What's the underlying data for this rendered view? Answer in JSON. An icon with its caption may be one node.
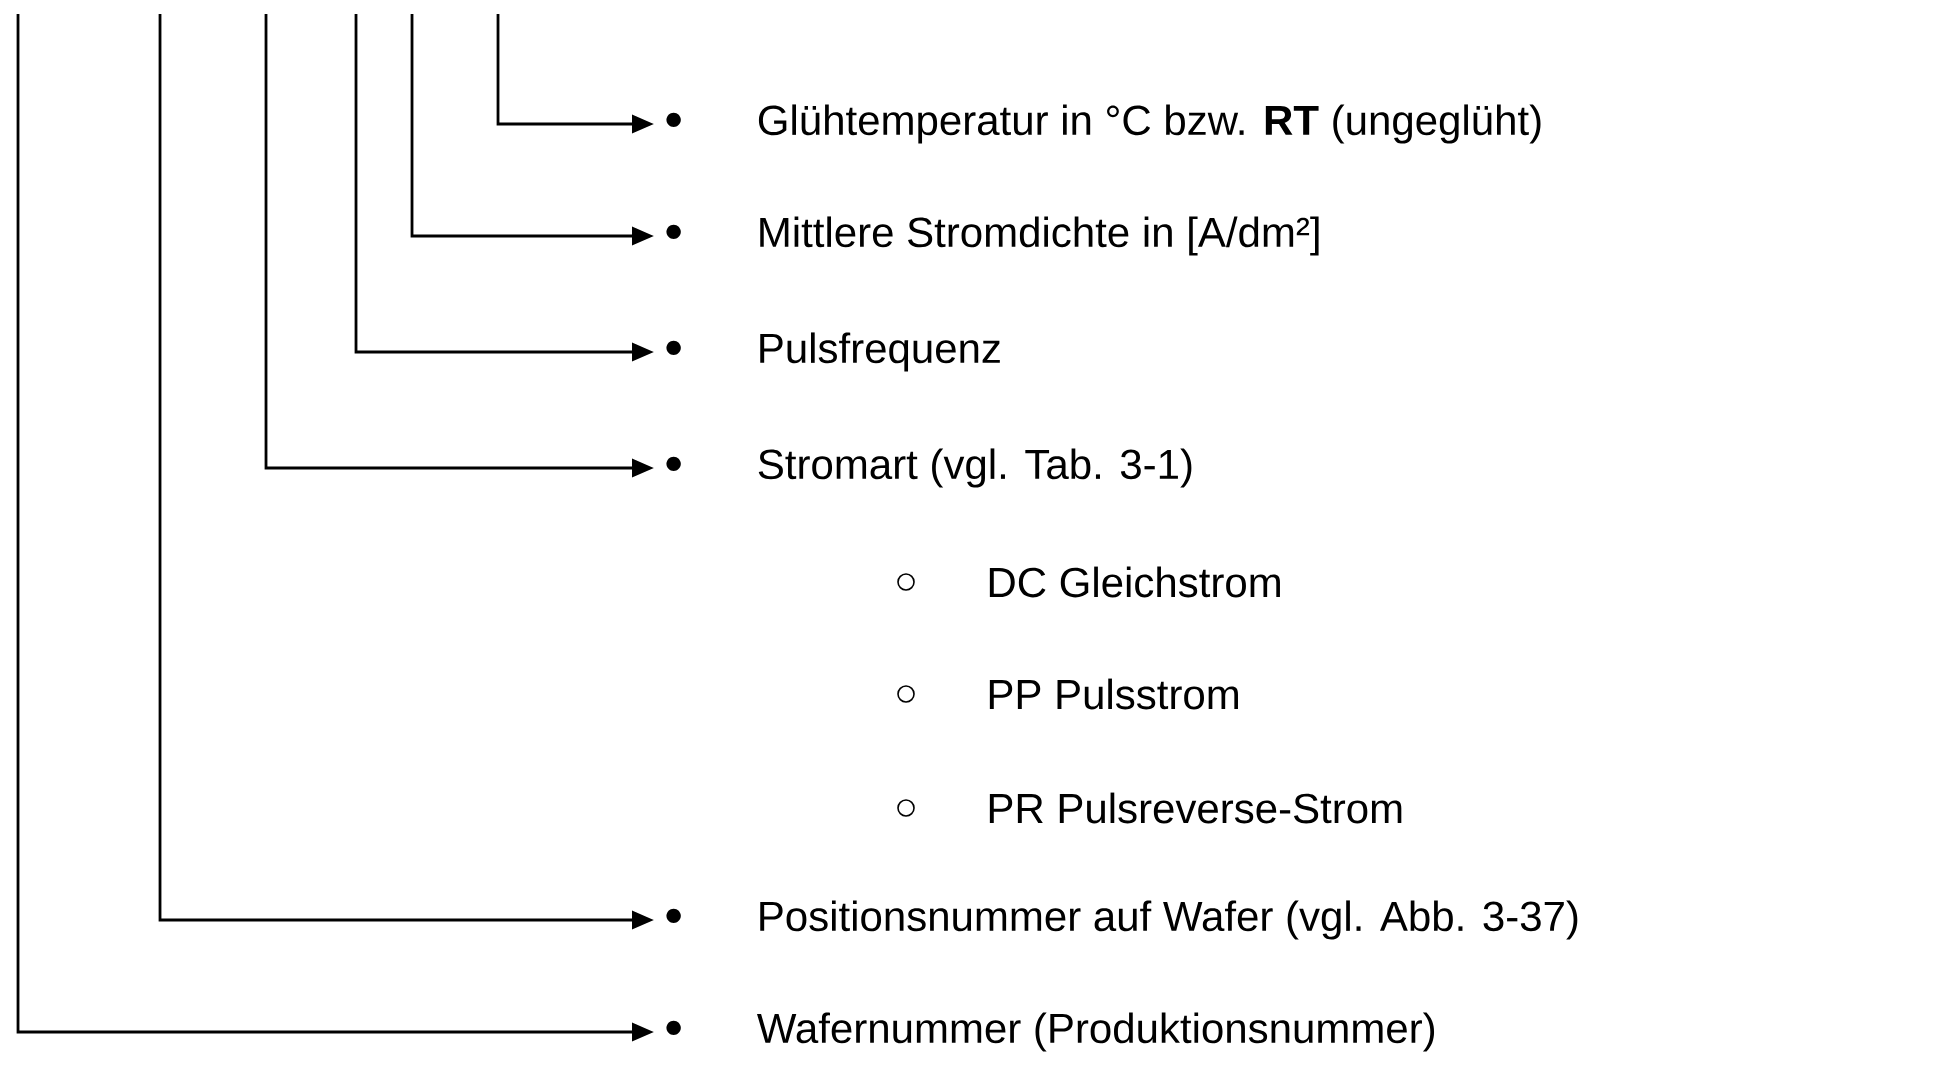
{
  "diagram": {
    "nodes": [
      {
        "text": [
          "Glühtemperatur in °C bzw. **RT** (ungeglüht)"
        ]
      },
      {
        "text": [
          "Mittlere Stromdichte in [A/dm²]"
        ]
      },
      {
        "text": [
          "Pulsfrequenz"
        ]
      },
      {
        "text": [
          "Stromart (vgl. Tab. 3-1)"
        ]
      },
      {
        "text": [
          "Positionsnummer auf Wafer (vgl. Abb. 3-37)"
        ]
      },
      {
        "text": [
          "Wafernummer (Produktionsnummer)"
        ]
      }
    ],
    "edges": [
      {
        "from": null,
        "to": 0,
        "arrow": "to"
      },
      {
        "from": null,
        "to": 1,
        "arrow": "to"
      },
      {
        "from": null,
        "to": 2,
        "arrow": "to"
      },
      {
        "from": null,
        "to": 3,
        "arrow": "to"
      },
      {
        "from": null,
        "to": 4,
        "arrow": "to"
      },
      {
        "from": null,
        "to": 5,
        "arrow": "to"
      }
    ],
    "labels": [
      "DC Gleichstrom",
      "PP Pulsstrom",
      "PR Pulsreverse-Strom"
    ]
  }
}
